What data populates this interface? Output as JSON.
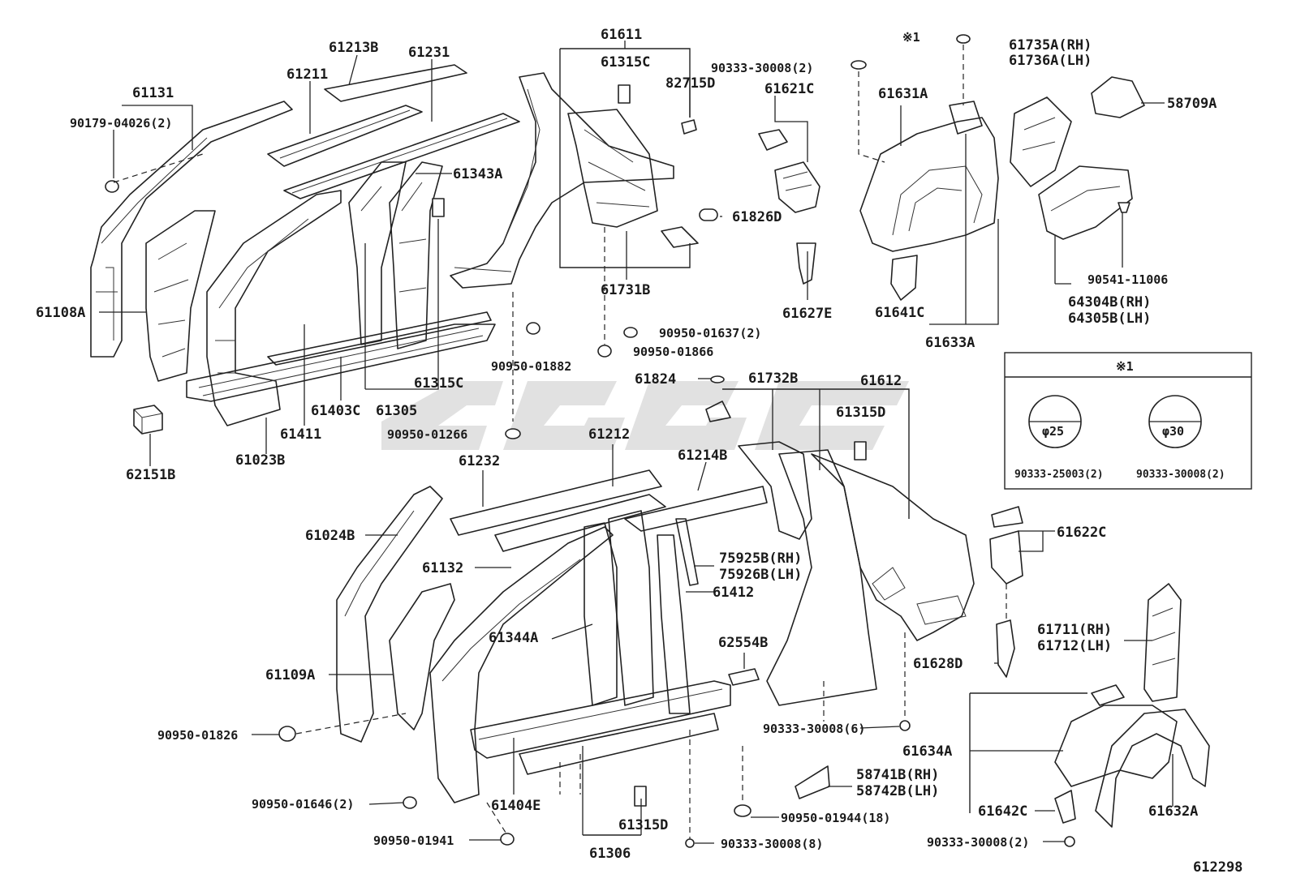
{
  "diagram_id": "612298",
  "watermark": "CGGC",
  "labels": {
    "p61131": "61131",
    "p90179": "90179-04026(2)",
    "p61211": "61211",
    "p61213B": "61213B",
    "p61231": "61231",
    "p61343A": "61343A",
    "p61108A": "61108A",
    "p62151B": "62151B",
    "p61023B": "61023B",
    "p61411": "61411",
    "p61403C": "61403C",
    "p61305": "61305",
    "p61315C_a": "61315C",
    "p61611": "61611",
    "p61315C_b": "61315C",
    "p82715D": "82715D",
    "p61826D": "61826D",
    "p61731B": "61731B",
    "p90950_01637": "90950-01637(2)",
    "p90950_01866": "90950-01866",
    "p90950_01882": "90950-01882",
    "p90950_01266": "90950-01266",
    "p90333_30008_top": "90333-30008(2)",
    "p61621C": "61621C",
    "p61627E": "61627E",
    "p_x1_top": "※1",
    "p61631A": "61631A",
    "p61641C": "61641C",
    "p61633A": "61633A",
    "p61735A": "61735A(RH)",
    "p61736A": "61736A(LH)",
    "p58709A": "58709A",
    "p90541": "90541-11006",
    "p64304B": "64304B(RH)",
    "p64305B": "64305B(LH)",
    "p61824": "61824",
    "p61732B": "61732B",
    "p61612": "61612",
    "p61315D_a": "61315D",
    "p61212": "61212",
    "p61232": "61232",
    "p61214B": "61214B",
    "p61024B": "61024B",
    "p61132": "61132",
    "p75925B": "75925B(RH)",
    "p75926B": "75926B(LH)",
    "p61412": "61412",
    "p61344A": "61344A",
    "p62554B": "62554B",
    "p61109A": "61109A",
    "p90950_01826": "90950-01826",
    "p90950_01646": "90950-01646(2)",
    "p90950_01941": "90950-01941",
    "p61404E": "61404E",
    "p61315D_b": "61315D",
    "p61306": "61306",
    "p90950_01944": "90950-01944(18)",
    "p90333_30008_8": "90333-30008(8)",
    "p90333_30008_6": "90333-30008(6)",
    "p58741B": "58741B(RH)",
    "p58742B": "58742B(LH)",
    "p61622C": "61622C",
    "p61628D": "61628D",
    "p61711": "61711(RH)",
    "p61712": "61712(LH)",
    "p61634A": "61634A",
    "p61642C": "61642C",
    "p61632A": "61632A",
    "p90333_30008_2b": "90333-30008(2)"
  },
  "legend": {
    "marker": "※1",
    "left_dim": "φ25",
    "right_dim": "φ30",
    "left_part": "90333-25003(2)",
    "right_part": "90333-30008(2)"
  }
}
